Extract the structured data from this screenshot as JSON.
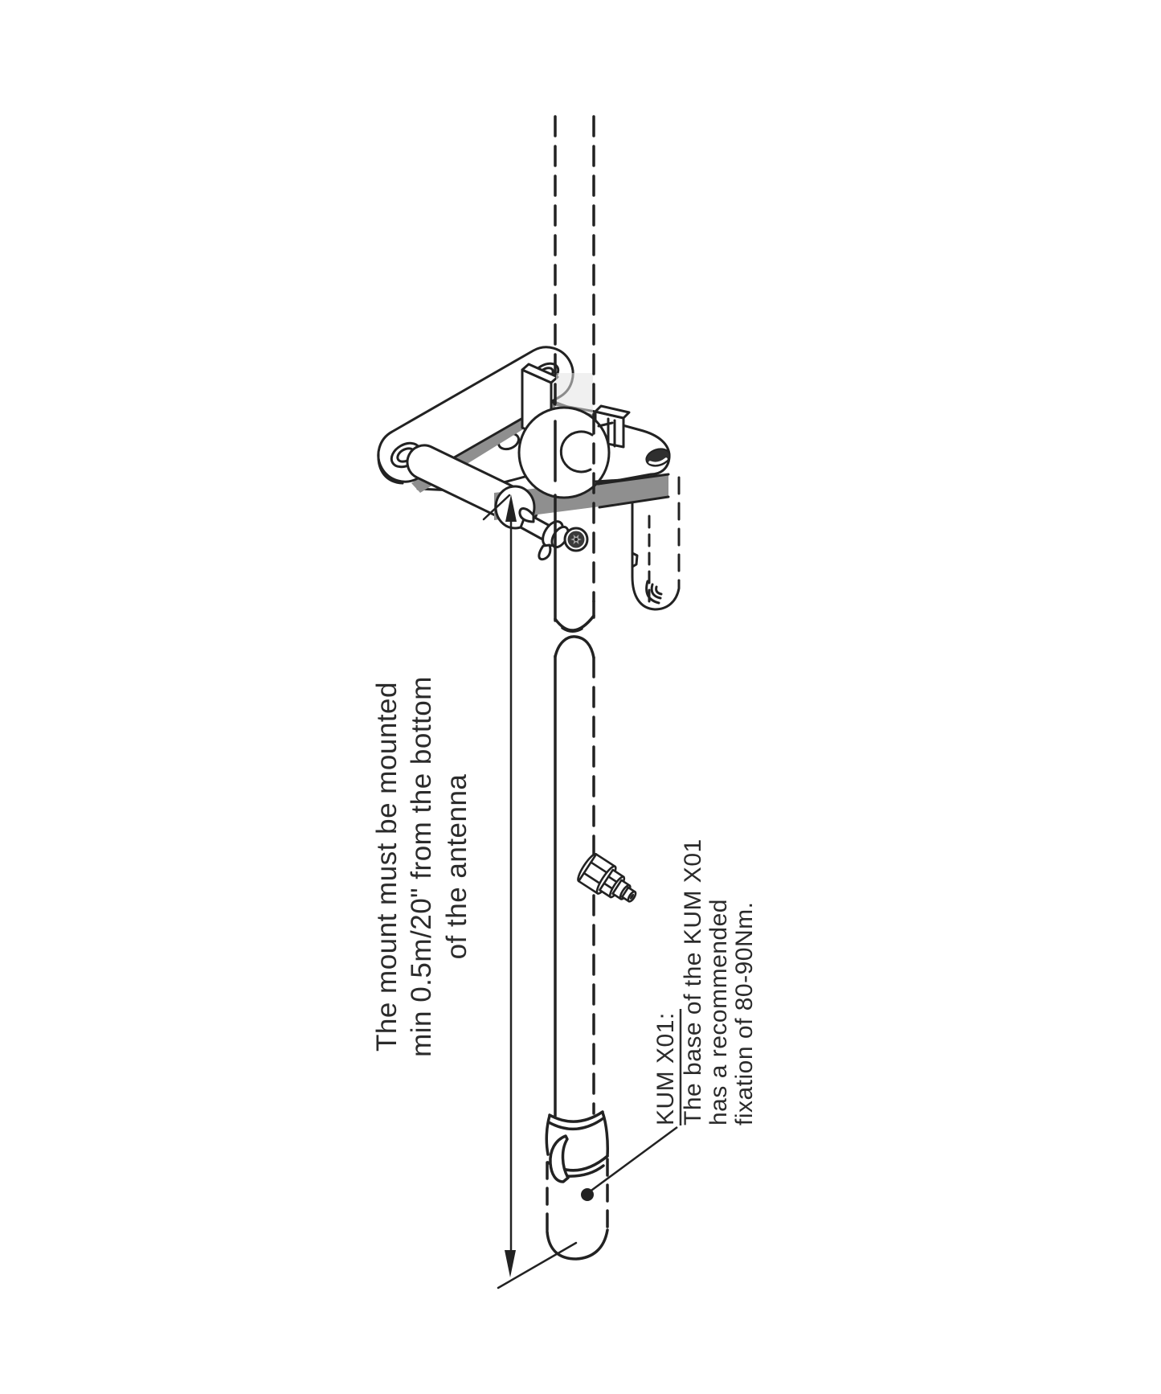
{
  "figure": {
    "kind": "antenna mount installation diagram",
    "background": "#ffffff"
  },
  "annotations": {
    "mount_note": {
      "lines": [
        "The mount must be mounted",
        "min 0.5m/20\" from the bottom",
        "of the antenna"
      ]
    },
    "base_note": {
      "heading": "KUM X01:",
      "lines": [
        "The base of the KUM X01",
        "has a recommended",
        "fixation of 80-90Nm."
      ]
    }
  },
  "colors": {
    "line": "#222222",
    "text": "#2b2b2b",
    "shade_dark": "#8f8f8f",
    "shade_light": "#d9d9d9",
    "screw_head": "#3a3a3a"
  }
}
